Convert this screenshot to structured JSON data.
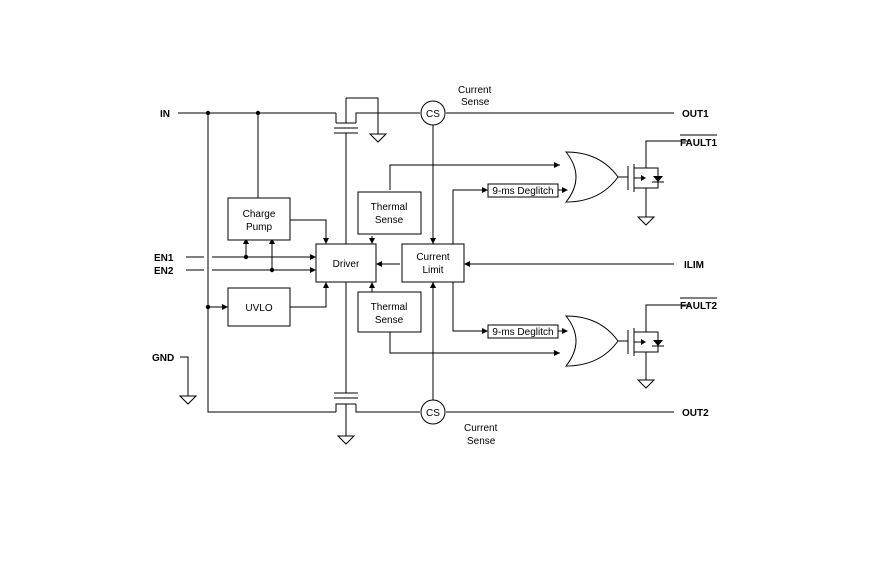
{
  "pins": {
    "in": "IN",
    "en1": "EN1",
    "en2": "EN2",
    "gnd": "GND",
    "out1": "OUT1",
    "out2": "OUT2",
    "fault1": "FAULT1",
    "fault2": "FAULT2",
    "ilim": "ILIM"
  },
  "blocks": {
    "charge_pump": [
      "Charge",
      "Pump"
    ],
    "uvlo": "UVLO",
    "driver": "Driver",
    "current_limit": [
      "Current",
      "Limit"
    ],
    "thermal_sense_top": [
      "Thermal",
      "Sense"
    ],
    "thermal_sense_bottom": [
      "Thermal",
      "Sense"
    ],
    "deglitch_top": "9-ms Deglitch",
    "deglitch_bottom": "9-ms Deglitch",
    "cs_top": "CS",
    "cs_bottom": "CS"
  },
  "annotations": {
    "current_sense_top": [
      "Current",
      "Sense"
    ],
    "current_sense_bottom": [
      "Current",
      "Sense"
    ]
  }
}
